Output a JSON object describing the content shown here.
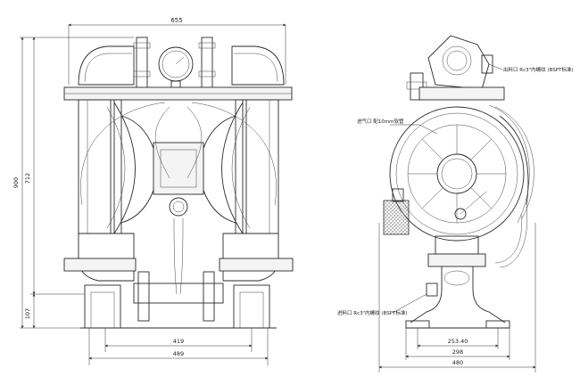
{
  "dimensions": {
    "front_width_top": "655",
    "height_total": "900",
    "height_upper": "712",
    "height_base": "107",
    "bottom_inner": "419",
    "bottom_outer": "489",
    "side_bolt_spacing": "253.40",
    "side_base_width": "298",
    "side_total_width": "480"
  },
  "callouts": {
    "outlet": "出料口 Rc3\"内螺纹 (BSPT标准)",
    "air_inlet": "进气口 配10mm软管",
    "inlet": "进料口 Rc3\"内螺纹 (BSPT标准)"
  }
}
